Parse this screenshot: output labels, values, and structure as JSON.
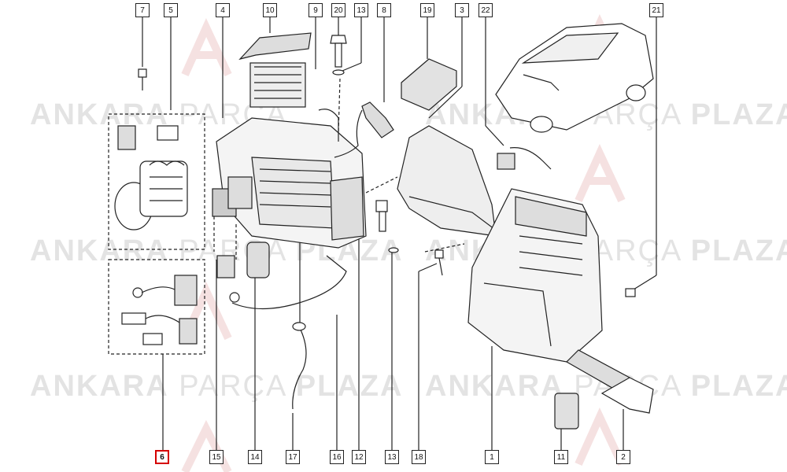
{
  "watermark": {
    "brand_bold": "ANKARA",
    "brand_light": "PARÇA",
    "brand_bold2": "PLAZA",
    "color": "#e3e3e3"
  },
  "callouts": {
    "top": [
      {
        "id": "c7",
        "label": "7"
      },
      {
        "id": "c5",
        "label": "5"
      },
      {
        "id": "c4",
        "label": "4"
      },
      {
        "id": "c10",
        "label": "10"
      },
      {
        "id": "c9",
        "label": "9"
      },
      {
        "id": "c20",
        "label": "20"
      },
      {
        "id": "c13t",
        "label": "13"
      },
      {
        "id": "c8",
        "label": "8"
      },
      {
        "id": "c19",
        "label": "19"
      },
      {
        "id": "c3",
        "label": "3"
      },
      {
        "id": "c22",
        "label": "22"
      },
      {
        "id": "c21",
        "label": "21"
      }
    ],
    "bottom": [
      {
        "id": "c6",
        "label": "6",
        "highlight": true
      },
      {
        "id": "c15",
        "label": "15"
      },
      {
        "id": "c14",
        "label": "14"
      },
      {
        "id": "c17",
        "label": "17"
      },
      {
        "id": "c16",
        "label": "16"
      },
      {
        "id": "c12",
        "label": "12"
      },
      {
        "id": "c13b",
        "label": "13"
      },
      {
        "id": "c18",
        "label": "18"
      },
      {
        "id": "c1",
        "label": "1"
      },
      {
        "id": "c11",
        "label": "11"
      },
      {
        "id": "c2",
        "label": "2"
      }
    ]
  },
  "colors": {
    "line": "#222222",
    "highlight": "#d50000",
    "logo": "#f1d9d9"
  }
}
